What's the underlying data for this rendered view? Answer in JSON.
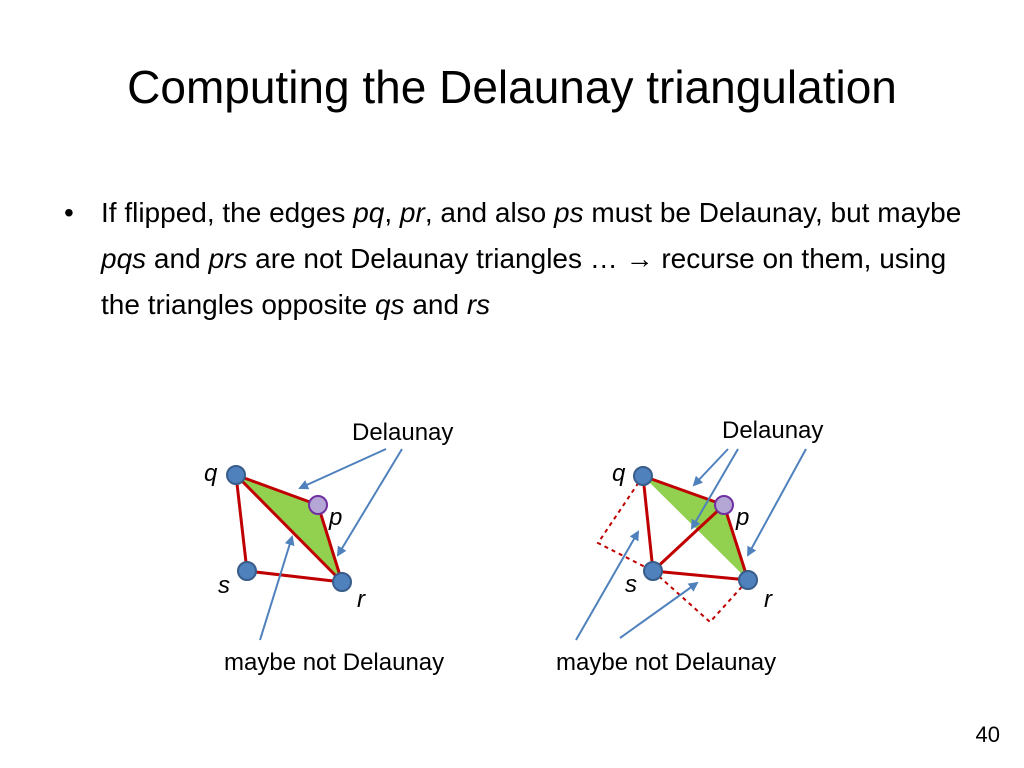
{
  "slide": {
    "title": "Computing the Delaunay triangulation",
    "bullet_symbol": "•",
    "bullet": {
      "t1": "If flipped, the edges ",
      "pq": "pq",
      "t2": ", ",
      "pr": "pr",
      "t3": ", and also ",
      "ps": "ps",
      "t4": " must be Delaunay, but maybe ",
      "pqs": "pqs",
      "t5": " and ",
      "prs": "prs",
      "t6": " are not Delaunay triangles … ",
      "arrow": "→",
      "t7": " recurse on them, using the triangles opposite ",
      "qs": "qs",
      "t8": " and ",
      "rs": "rs"
    },
    "page_number": "40"
  },
  "diagram_left": {
    "top_label": "Delaunay",
    "bottom_label": "maybe not Delaunay",
    "vertex_labels": {
      "q": "q",
      "p": "p",
      "s": "s",
      "r": "r"
    }
  },
  "diagram_right": {
    "top_label": "Delaunay",
    "bottom_label": "maybe not Delaunay",
    "vertex_labels": {
      "q": "q",
      "p": "p",
      "s": "s",
      "r": "r"
    }
  },
  "colors": {
    "edge_red": "#c00000",
    "fill_green": "#92d050",
    "arrow_blue": "#4f81bd",
    "vertex_blue": "#4f81bd",
    "vertex_purple": "#b4a7d6"
  }
}
